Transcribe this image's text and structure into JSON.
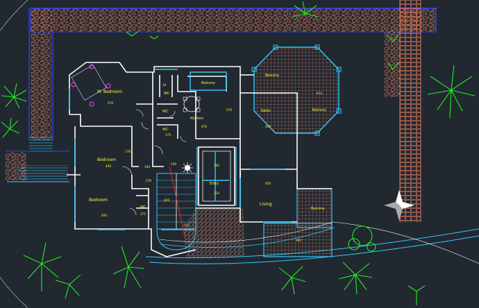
{
  "rooms": {
    "master_bedroom": "M. Bedroom",
    "master_bedroom_dim": "570",
    "bedroom_1": "Bedroom",
    "bedroom_1_dim": "430",
    "bedroom_2": "Bedroom",
    "bedroom_2_dim": "400",
    "wc_1": "WC",
    "wc_2": "WC",
    "wc_3": "WC",
    "wc_4": "WC",
    "wc_3_dim": "175",
    "wc_4_dim": "175",
    "balcony_top": "Balcony",
    "balcony_octagon_1": "Balcony",
    "balcony_octagon_2": "Balcony",
    "balcony_right": "Balcony",
    "balcony_right_dim": "400",
    "kitchen": "Kitchen",
    "kitchen_dim": "470",
    "salon": "Salon",
    "salon_dim": "450",
    "entry": "Entry",
    "entry_dim": "310",
    "living": "Living",
    "living_dim": "450",
    "stair_dim": "420",
    "octagon_dim": "412",
    "labels_misc": [
      "340",
      "270",
      "10",
      "300",
      "175",
      "230",
      "255",
      "178",
      "270"
    ]
  },
  "colors": {
    "background": "#212830",
    "walls": "#ffffff",
    "windows": "#33ccff",
    "text": "#ffff33",
    "paving": "#ff8866",
    "plants": "#22ee22",
    "border": "#3344ff"
  }
}
